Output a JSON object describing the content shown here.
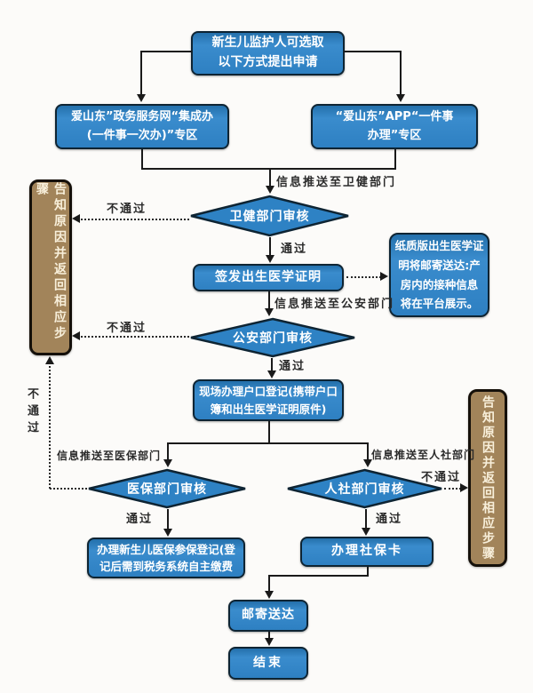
{
  "title": "新生儿出生一件事办理流程图",
  "colors": {
    "node_fill": "#2e82c4",
    "node_border": "#0e2433",
    "side_box_fill": "#a2845a",
    "side_box_text": "#f8efda",
    "line": "#1a1a1a",
    "text": "#ffffff"
  },
  "nodes": {
    "start": {
      "line1": "新生儿监护人可选取",
      "line2": "以下方式提出申请"
    },
    "portal_web": {
      "line1": "爱山东”政务服务网“集成办",
      "line2": "(一件事一次办)”专区"
    },
    "portal_app": {
      "line1": "“爱山东”APP“一件事",
      "line2": "办理”专区"
    },
    "issue_cert": {
      "label": "签发出生医学证明"
    },
    "household": {
      "line1": "现场办理户口登记(携带户口",
      "line2": "簿和出生医学证明原件)"
    },
    "med_reg": {
      "line1": "办理新生儿医保参保登记(登",
      "line2": "记后需到税务系统自主缴费"
    },
    "social_card": {
      "label": "办理社保卡"
    },
    "mail": {
      "label": "邮寄送达"
    },
    "end": {
      "label": "结束"
    }
  },
  "diamonds": {
    "health": "卫健部门审核",
    "police": "公安部门审核",
    "medical": "医保部门审核",
    "social": "人社部门审核"
  },
  "side_notes": {
    "return_left": "告知原因并返回相应步骤",
    "return_right": "告知原因并返回相应步骤",
    "cert_note": {
      "line1": "纸质版出生医学证",
      "line2": "明将邮寄送达:产",
      "line3": "房内的接种信息",
      "line4": "将在平台展示。"
    }
  },
  "edge_labels": {
    "push_health": "信息推送至卫健部门",
    "push_police": "信息推送至公安部门",
    "push_medical": "信息推送至医保部门",
    "push_social": "信息推送至人社部门",
    "pass1": "通过",
    "pass2": "通过",
    "pass3": "通过",
    "pass4": "通过",
    "fail1": "不通过",
    "fail2": "不通过",
    "fail3": "不通过",
    "fail4": "不通过"
  }
}
